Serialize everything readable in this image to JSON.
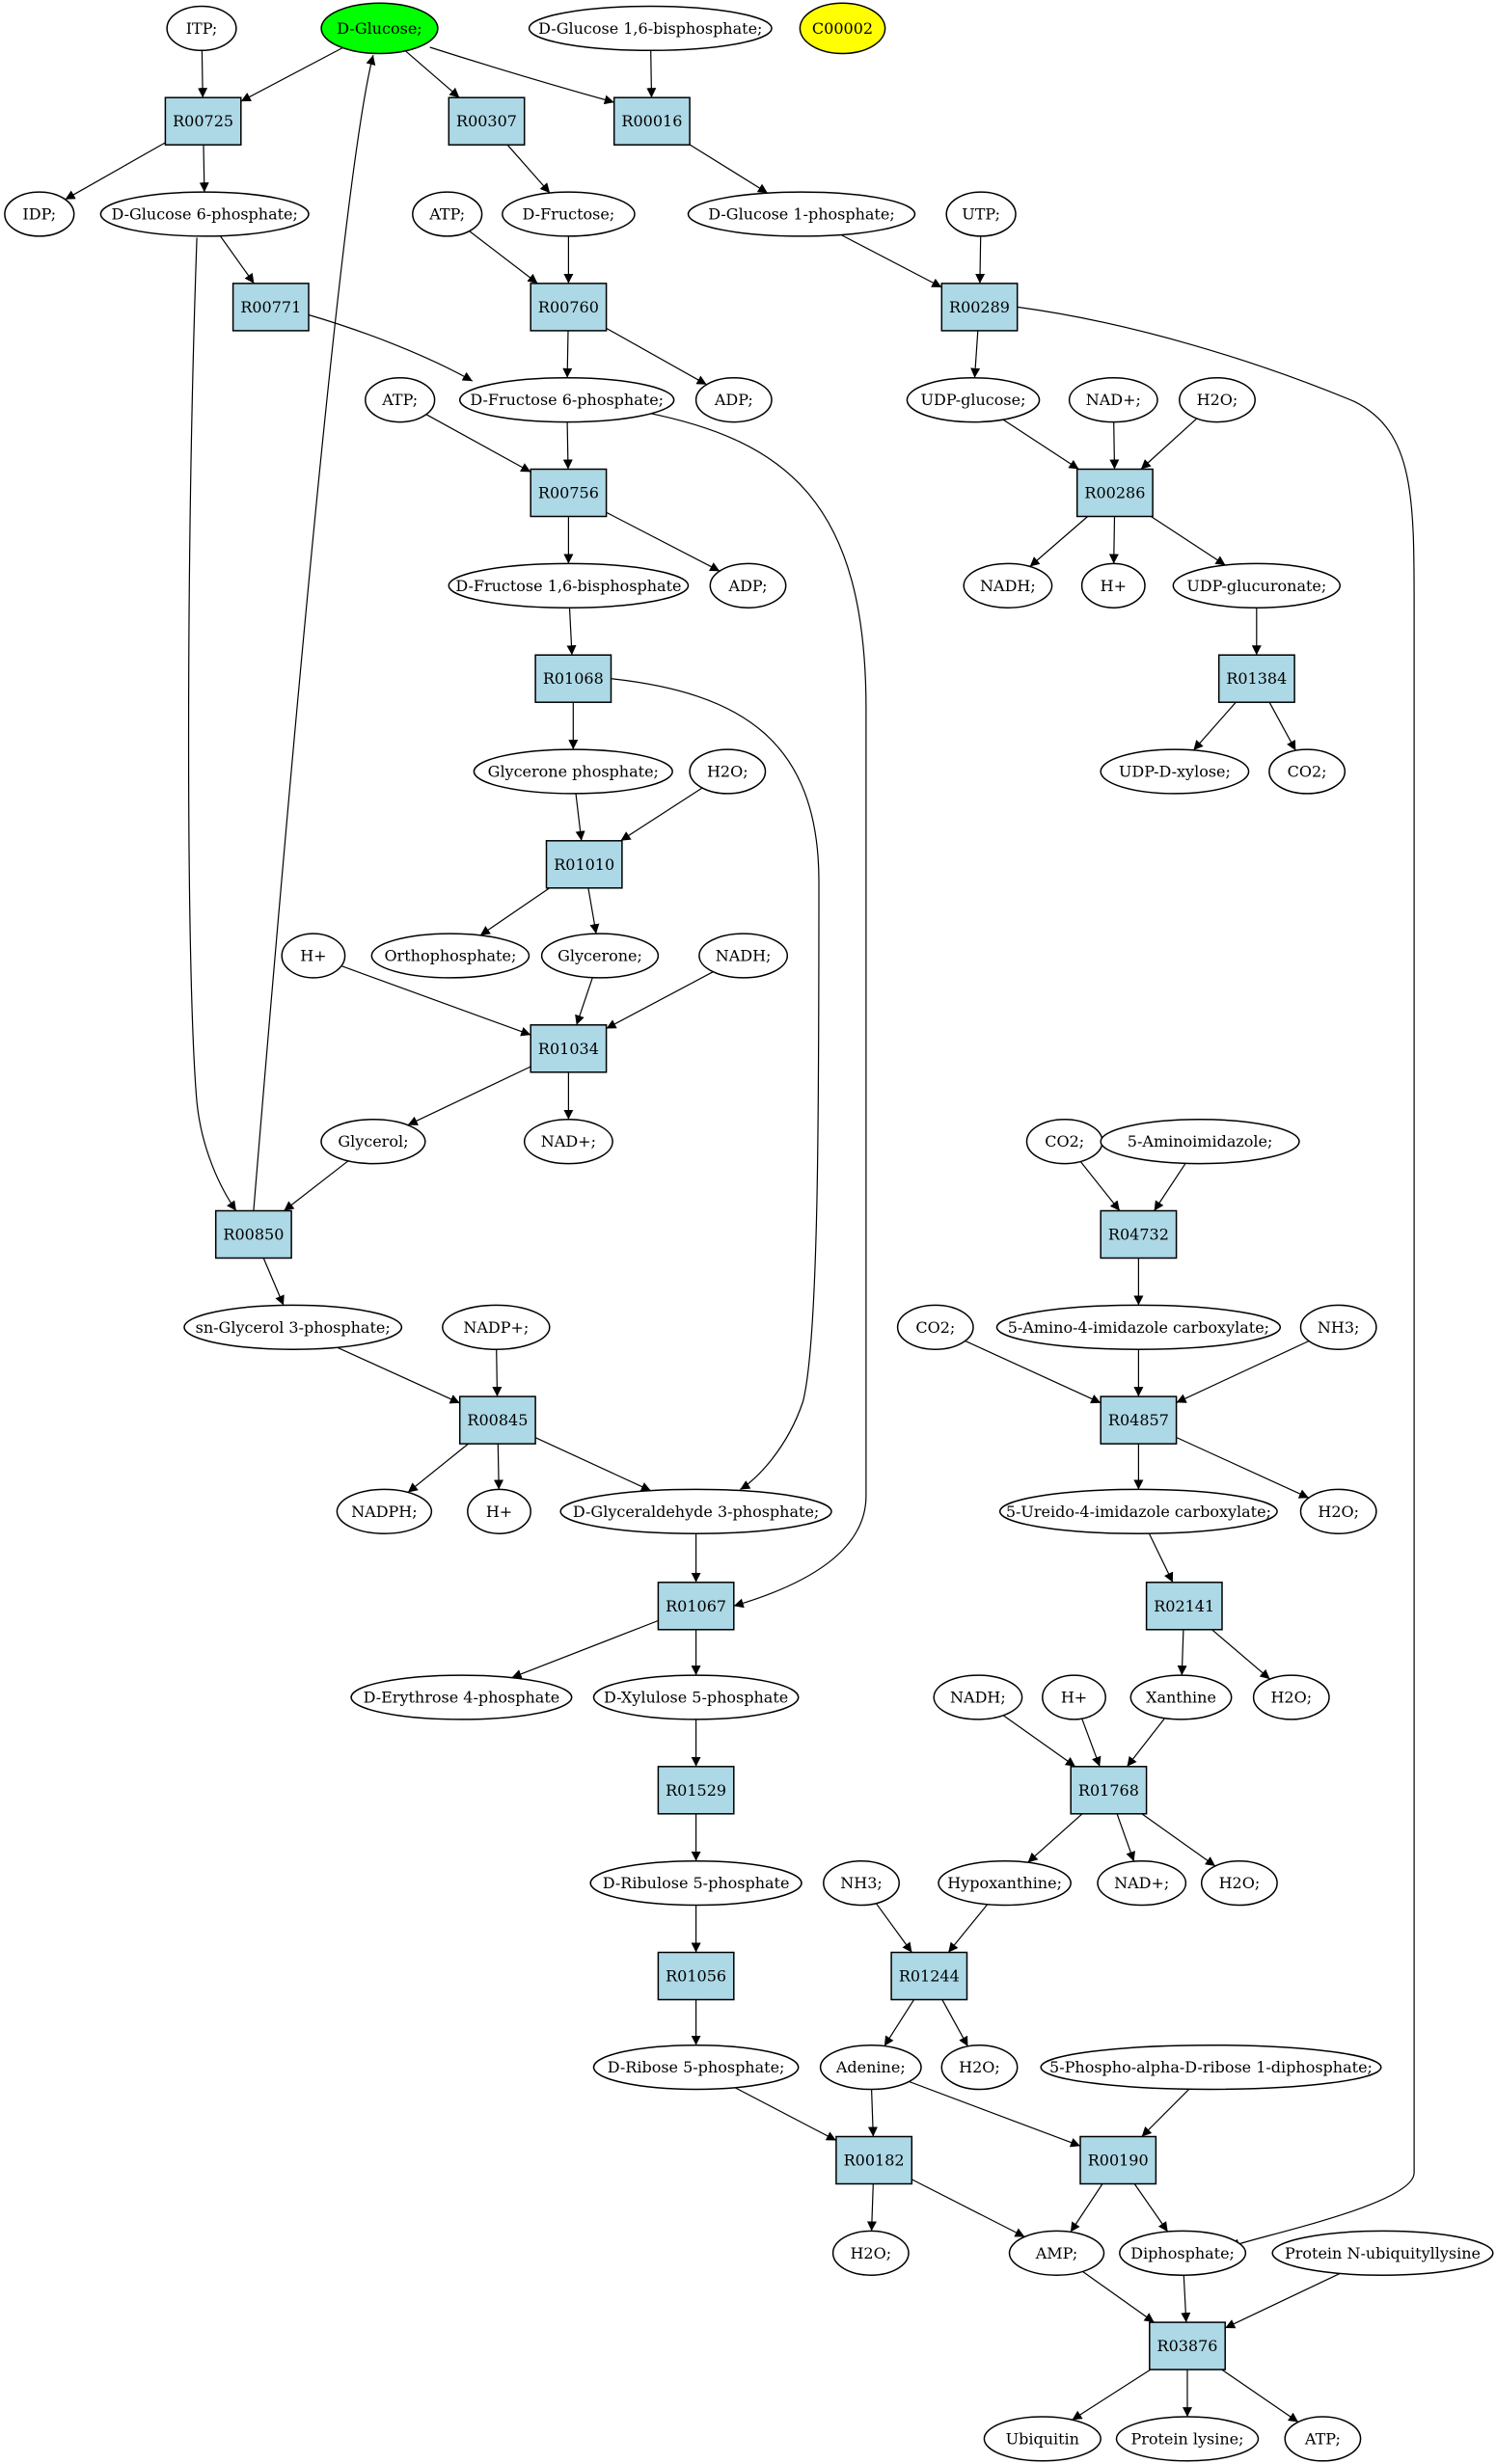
{
  "compounds": [
    {
      "id": "itp1",
      "label": "ITP;"
    },
    {
      "id": "glc",
      "label": "D-Glucose;",
      "kind": "start"
    },
    {
      "id": "g16bp",
      "label": "D-Glucose 1,6-bisphosphate;"
    },
    {
      "id": "c00002",
      "label": "C00002",
      "kind": "target"
    },
    {
      "id": "idp",
      "label": "IDP;"
    },
    {
      "id": "g6p",
      "label": "D-Glucose 6-phosphate;"
    },
    {
      "id": "atp1",
      "label": "ATP;"
    },
    {
      "id": "fru",
      "label": "D-Fructose;"
    },
    {
      "id": "g1p",
      "label": "D-Glucose 1-phosphate;"
    },
    {
      "id": "utp",
      "label": "UTP;"
    },
    {
      "id": "atp2",
      "label": "ATP;"
    },
    {
      "id": "f6p",
      "label": "D-Fructose 6-phosphate;"
    },
    {
      "id": "adp1",
      "label": "ADP;"
    },
    {
      "id": "udpglc",
      "label": "UDP-glucose;"
    },
    {
      "id": "nadp1",
      "label": "NAD+;"
    },
    {
      "id": "h2o1",
      "label": "H2O;"
    },
    {
      "id": "fbp",
      "label": "D-Fructose 1,6-bisphosphate"
    },
    {
      "id": "adp2",
      "label": "ADP;"
    },
    {
      "id": "nadh1",
      "label": "NADH;"
    },
    {
      "id": "hp1",
      "label": "H+"
    },
    {
      "id": "udpglcA",
      "label": "UDP-glucuronate;"
    },
    {
      "id": "gnp",
      "label": "Glycerone phosphate;"
    },
    {
      "id": "h2o2",
      "label": "H2O;"
    },
    {
      "id": "udpxyl",
      "label": "UDP-D-xylose;"
    },
    {
      "id": "co2a",
      "label": "CO2;"
    },
    {
      "id": "hp2",
      "label": "H+"
    },
    {
      "id": "ortho",
      "label": "Orthophosphate;"
    },
    {
      "id": "glycerone",
      "label": "Glycerone;"
    },
    {
      "id": "nadh2",
      "label": "NADH;"
    },
    {
      "id": "glycerol",
      "label": "Glycerol;"
    },
    {
      "id": "nadp2",
      "label": "NAD+;"
    },
    {
      "id": "co2b",
      "label": "CO2;"
    },
    {
      "id": "aimid",
      "label": "5-Aminoimidazole;"
    },
    {
      "id": "g3p",
      "label": "sn-Glycerol 3-phosphate;"
    },
    {
      "id": "nadpplus",
      "label": "NADP+;"
    },
    {
      "id": "co2c",
      "label": "CO2;"
    },
    {
      "id": "aicarb",
      "label": "5-Amino-4-imidazole carboxylate;"
    },
    {
      "id": "nh3a",
      "label": "NH3;"
    },
    {
      "id": "nadph",
      "label": "NADPH;"
    },
    {
      "id": "hp3",
      "label": "H+"
    },
    {
      "id": "gap",
      "label": "D-Glyceraldehyde 3-phosphate;"
    },
    {
      "id": "uicarb",
      "label": "5-Ureido-4-imidazole carboxylate;"
    },
    {
      "id": "h2o3",
      "label": "H2O;"
    },
    {
      "id": "e4p",
      "label": "D-Erythrose 4-phosphate"
    },
    {
      "id": "xu5p",
      "label": "D-Xylulose 5-phosphate"
    },
    {
      "id": "nadh3",
      "label": "NADH;"
    },
    {
      "id": "hp4",
      "label": "H+"
    },
    {
      "id": "xanthine",
      "label": "Xanthine"
    },
    {
      "id": "h2o4",
      "label": "H2O;"
    },
    {
      "id": "ru5p",
      "label": "D-Ribulose 5-phosphate"
    },
    {
      "id": "nh3b",
      "label": "NH3;"
    },
    {
      "id": "hypox",
      "label": "Hypoxanthine;"
    },
    {
      "id": "nadp3",
      "label": "NAD+;"
    },
    {
      "id": "h2o5",
      "label": "H2O;"
    },
    {
      "id": "r5p",
      "label": "D-Ribose 5-phosphate;"
    },
    {
      "id": "adenine",
      "label": "Adenine;"
    },
    {
      "id": "h2o6",
      "label": "H2O;"
    },
    {
      "id": "prpp",
      "label": "5-Phospho-alpha-D-ribose 1-diphosphate;"
    },
    {
      "id": "h2o7",
      "label": "H2O;"
    },
    {
      "id": "amp",
      "label": "AMP;"
    },
    {
      "id": "diphos",
      "label": "Diphosphate;"
    },
    {
      "id": "protubi",
      "label": "Protein N-ubiquityllysine"
    },
    {
      "id": "ubiq",
      "label": "Ubiquitin"
    },
    {
      "id": "protlys",
      "label": "Protein lysine;"
    },
    {
      "id": "atp3",
      "label": "ATP;"
    }
  ],
  "reactions": [
    {
      "id": "R00725",
      "label": "R00725"
    },
    {
      "id": "R00307",
      "label": "R00307"
    },
    {
      "id": "R00016",
      "label": "R00016"
    },
    {
      "id": "R00771",
      "label": "R00771"
    },
    {
      "id": "R00760",
      "label": "R00760"
    },
    {
      "id": "R00289",
      "label": "R00289"
    },
    {
      "id": "R00756",
      "label": "R00756"
    },
    {
      "id": "R00286",
      "label": "R00286"
    },
    {
      "id": "R01068",
      "label": "R01068"
    },
    {
      "id": "R01384",
      "label": "R01384"
    },
    {
      "id": "R01010",
      "label": "R01010"
    },
    {
      "id": "R01034",
      "label": "R01034"
    },
    {
      "id": "R04732",
      "label": "R04732"
    },
    {
      "id": "R00850",
      "label": "R00850"
    },
    {
      "id": "R00845",
      "label": "R00845"
    },
    {
      "id": "R04857",
      "label": "R04857"
    },
    {
      "id": "R01067",
      "label": "R01067"
    },
    {
      "id": "R02141",
      "label": "R02141"
    },
    {
      "id": "R01529",
      "label": "R01529"
    },
    {
      "id": "R01768",
      "label": "R01768"
    },
    {
      "id": "R01056",
      "label": "R01056"
    },
    {
      "id": "R01244",
      "label": "R01244"
    },
    {
      "id": "R00182",
      "label": "R00182"
    },
    {
      "id": "R00190",
      "label": "R00190"
    },
    {
      "id": "R03876",
      "label": "R03876"
    }
  ],
  "edges": [
    [
      "itp1",
      "R00725"
    ],
    [
      "glc",
      "R00725"
    ],
    [
      "R00725",
      "idp"
    ],
    [
      "R00725",
      "g6p"
    ],
    [
      "glc",
      "R00307"
    ],
    [
      "R00307",
      "fru"
    ],
    [
      "glc",
      "R00016"
    ],
    [
      "g16bp",
      "R00016"
    ],
    [
      "R00016",
      "g1p"
    ],
    [
      "g6p",
      "R00771"
    ],
    [
      "R00771",
      "f6p"
    ],
    [
      "atp1",
      "R00760"
    ],
    [
      "fru",
      "R00760"
    ],
    [
      "R00760",
      "f6p"
    ],
    [
      "R00760",
      "adp1"
    ],
    [
      "g1p",
      "R00289"
    ],
    [
      "utp",
      "R00289"
    ],
    [
      "R00289",
      "udpglc"
    ],
    [
      "R00289",
      "diphos"
    ],
    [
      "atp2",
      "R00756"
    ],
    [
      "f6p",
      "R00756"
    ],
    [
      "R00756",
      "fbp"
    ],
    [
      "R00756",
      "adp2"
    ],
    [
      "udpglc",
      "R00286"
    ],
    [
      "nadp1",
      "R00286"
    ],
    [
      "h2o1",
      "R00286"
    ],
    [
      "R00286",
      "nadh1"
    ],
    [
      "R00286",
      "hp1"
    ],
    [
      "R00286",
      "udpglcA"
    ],
    [
      "fbp",
      "R01068"
    ],
    [
      "R01068",
      "gnp"
    ],
    [
      "R01068",
      "gap"
    ],
    [
      "udpglcA",
      "R01384"
    ],
    [
      "R01384",
      "udpxyl"
    ],
    [
      "R01384",
      "co2a"
    ],
    [
      "gnp",
      "R01010"
    ],
    [
      "h2o2",
      "R01010"
    ],
    [
      "R01010",
      "ortho"
    ],
    [
      "R01010",
      "glycerone"
    ],
    [
      "hp2",
      "R01034"
    ],
    [
      "glycerone",
      "R01034"
    ],
    [
      "nadh2",
      "R01034"
    ],
    [
      "R01034",
      "glycerol"
    ],
    [
      "R01034",
      "nadp2"
    ],
    [
      "co2b",
      "R04732"
    ],
    [
      "aimid",
      "R04732"
    ],
    [
      "R04732",
      "aicarb"
    ],
    [
      "g6p",
      "R00850"
    ],
    [
      "glycerol",
      "R00850"
    ],
    [
      "R00850",
      "glc"
    ],
    [
      "R00850",
      "g3p"
    ],
    [
      "g3p",
      "R00845"
    ],
    [
      "nadpplus",
      "R00845"
    ],
    [
      "R00845",
      "nadph"
    ],
    [
      "R00845",
      "hp3"
    ],
    [
      "R00845",
      "gap"
    ],
    [
      "co2c",
      "R04857"
    ],
    [
      "aicarb",
      "R04857"
    ],
    [
      "nh3a",
      "R04857"
    ],
    [
      "R04857",
      "uicarb"
    ],
    [
      "R04857",
      "h2o3"
    ],
    [
      "gap",
      "R01067"
    ],
    [
      "f6p",
      "R01067"
    ],
    [
      "R01067",
      "e4p"
    ],
    [
      "R01067",
      "xu5p"
    ],
    [
      "uicarb",
      "R02141"
    ],
    [
      "R02141",
      "xanthine"
    ],
    [
      "R02141",
      "h2o4"
    ],
    [
      "xu5p",
      "R01529"
    ],
    [
      "R01529",
      "ru5p"
    ],
    [
      "nadh3",
      "R01768"
    ],
    [
      "hp4",
      "R01768"
    ],
    [
      "xanthine",
      "R01768"
    ],
    [
      "R01768",
      "hypox"
    ],
    [
      "R01768",
      "nadp3"
    ],
    [
      "R01768",
      "h2o5"
    ],
    [
      "ru5p",
      "R01056"
    ],
    [
      "R01056",
      "r5p"
    ],
    [
      "nh3b",
      "R01244"
    ],
    [
      "hypox",
      "R01244"
    ],
    [
      "R01244",
      "adenine"
    ],
    [
      "R01244",
      "h2o6"
    ],
    [
      "r5p",
      "R00182"
    ],
    [
      "adenine",
      "R00182"
    ],
    [
      "R00182",
      "h2o7"
    ],
    [
      "R00182",
      "amp"
    ],
    [
      "adenine",
      "R00190"
    ],
    [
      "prpp",
      "R00190"
    ],
    [
      "R00190",
      "amp"
    ],
    [
      "R00190",
      "diphos"
    ],
    [
      "amp",
      "R03876"
    ],
    [
      "diphos",
      "R03876"
    ],
    [
      "protubi",
      "R03876"
    ],
    [
      "R03876",
      "ubiq"
    ],
    [
      "R03876",
      "protlys"
    ],
    [
      "R03876",
      "atp3"
    ]
  ]
}
